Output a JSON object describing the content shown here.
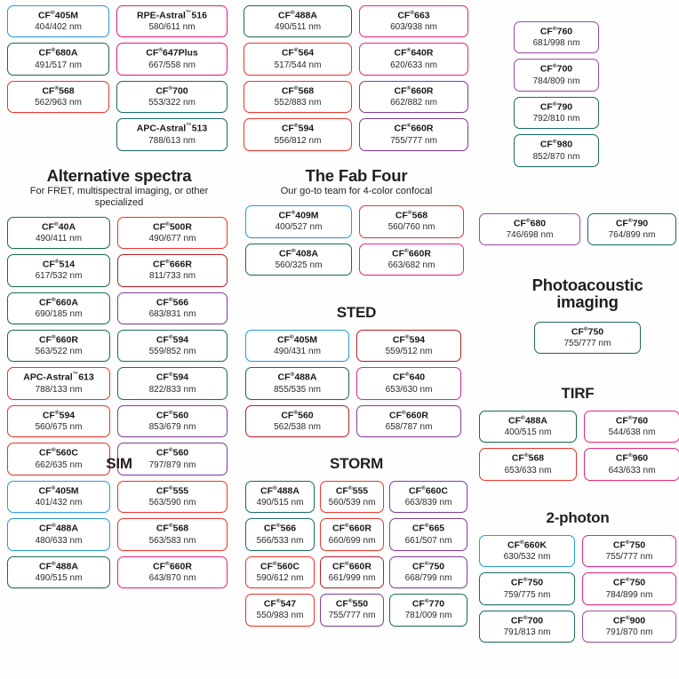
{
  "palette": {
    "blue": "#2b9ad9",
    "green": "#1d6b4a",
    "teal": "#1b6a63",
    "red": "#e8372c",
    "darkred": "#b51f2a",
    "magenta": "#e8197f",
    "pink": "#e5287e",
    "purple": "#7e3f98",
    "violet": "#9c4f9e",
    "text": "#231f20"
  },
  "sections": {
    "top_left": {
      "title": "",
      "subtitle": "",
      "columns": [
        [
          {
            "name": "CF",
            "reg": "®",
            "code": "405M",
            "ex_em": "404/402 nm",
            "color": "blue"
          },
          {
            "name": "CF",
            "reg": "®",
            "code": "680A",
            "ex_em": "491/517 nm",
            "color": "green"
          },
          {
            "name": "CF",
            "reg": "®",
            "code": "568",
            "ex_em": "562/963 nm",
            "color": "red"
          }
        ],
        [
          {
            "name": "RPE-Astral",
            "reg": "™",
            "code": "516",
            "ex_em": "580/611 nm",
            "color": "magenta"
          },
          {
            "name": "CF",
            "reg": "®",
            "code": "647Plus",
            "ex_em": "667/558 nm",
            "color": "magenta"
          },
          {
            "name": "CF",
            "reg": "®",
            "code": "700",
            "ex_em": "553/322 nm",
            "color": "teal"
          },
          {
            "name": "APC-Astral",
            "reg": "™",
            "code": "513",
            "ex_em": "788/613 nm",
            "color": "teal"
          }
        ]
      ]
    },
    "top_mid": {
      "title": "",
      "subtitle": "",
      "columns": [
        [
          {
            "name": "CF",
            "reg": "®",
            "code": "488A",
            "ex_em": "490/511 nm",
            "color": "green"
          },
          {
            "name": "CF",
            "reg": "®",
            "code": "564",
            "ex_em": "517/544 nm",
            "color": "red"
          },
          {
            "name": "CF",
            "reg": "®",
            "code": "568",
            "ex_em": "552/883 nm",
            "color": "red"
          },
          {
            "name": "CF",
            "reg": "®",
            "code": "594",
            "ex_em": "556/812 nm",
            "color": "red"
          }
        ],
        [
          {
            "name": "CF",
            "reg": "®",
            "code": "663",
            "ex_em": "603/938 nm",
            "color": "pink"
          },
          {
            "name": "CF",
            "reg": "®",
            "code": "640R",
            "ex_em": "620/633 nm",
            "color": "pink"
          },
          {
            "name": "CF",
            "reg": "®",
            "code": "660R",
            "ex_em": "662/882 nm",
            "color": "purple"
          },
          {
            "name": "CF",
            "reg": "®",
            "code": "660R",
            "ex_em": "755/777 nm",
            "color": "purple"
          }
        ]
      ]
    },
    "top_right": {
      "title": "",
      "subtitle": "",
      "columns": [
        [
          {
            "name": "CF",
            "reg": "®",
            "code": "760",
            "ex_em": "681/998 nm",
            "color": "violet"
          },
          {
            "name": "CF",
            "reg": "®",
            "code": "700",
            "ex_em": "784/809 nm",
            "color": "violet"
          },
          {
            "name": "CF",
            "reg": "®",
            "code": "790",
            "ex_em": "792/810 nm",
            "color": "teal"
          },
          {
            "name": "CF",
            "reg": "®",
            "code": "980",
            "ex_em": "852/870 nm",
            "color": "teal"
          }
        ]
      ]
    },
    "alternative": {
      "title": "Alternative spectra",
      "subtitle": "For FRET, multispectral imaging, or other specialized",
      "columns": [
        [
          {
            "name": "CF",
            "reg": "®",
            "code": "40A",
            "ex_em": "490/411 nm",
            "color": "green"
          },
          {
            "name": "CF",
            "reg": "®",
            "code": "514",
            "ex_em": "617/532 nm",
            "color": "green"
          },
          {
            "name": "CF",
            "reg": "®",
            "code": "660A",
            "ex_em": "690/185 nm",
            "color": "green"
          },
          {
            "name": "CF",
            "reg": "®",
            "code": "660R",
            "ex_em": "563/522 nm",
            "color": "green"
          },
          {
            "name": "APC-Astral",
            "reg": "™",
            "code": "613",
            "ex_em": "788/133 nm",
            "color": "red"
          },
          {
            "name": "CF",
            "reg": "®",
            "code": "594",
            "ex_em": "560/675 nm",
            "color": "red"
          },
          {
            "name": "CF",
            "reg": "®",
            "code": "560C",
            "ex_em": "662/635 nm",
            "color": "red"
          }
        ],
        [
          {
            "name": "CF",
            "reg": "®",
            "code": "500R",
            "ex_em": "490/677 nm",
            "color": "red"
          },
          {
            "name": "CF",
            "reg": "®",
            "code": "666R",
            "ex_em": "811/733 nm",
            "color": "darkred"
          },
          {
            "name": "CF",
            "reg": "®",
            "code": "566",
            "ex_em": "683/831 nm",
            "color": "purple"
          },
          {
            "name": "CF",
            "reg": "®",
            "code": "594",
            "ex_em": "559/852 nm",
            "color": "teal"
          },
          {
            "name": "CF",
            "reg": "®",
            "code": "594",
            "ex_em": "822/833 nm",
            "color": "teal"
          },
          {
            "name": "CF",
            "reg": "®",
            "code": "560",
            "ex_em": "853/679 nm",
            "color": "purple"
          },
          {
            "name": "CF",
            "reg": "®",
            "code": "560",
            "ex_em": "797/879 nm",
            "color": "purple"
          }
        ]
      ]
    },
    "fab_four": {
      "title": "The Fab Four",
      "subtitle": "Our go-to team for 4-color confocal",
      "columns": [
        [
          {
            "name": "CF",
            "reg": "®",
            "code": "409M",
            "ex_em": "400/527 nm",
            "color": "blue"
          },
          {
            "name": "CF",
            "reg": "®",
            "code": "408A",
            "ex_em": "560/325 nm",
            "color": "green"
          }
        ],
        [
          {
            "name": "CF",
            "reg": "®",
            "code": "568",
            "ex_em": "560/760 nm",
            "color": "red"
          },
          {
            "name": "CF",
            "reg": "®",
            "code": "660R",
            "ex_em": "663/682 nm",
            "color": "pink"
          }
        ]
      ]
    },
    "sted": {
      "title": "STED",
      "subtitle": "",
      "columns": [
        [
          {
            "name": "CF",
            "reg": "®",
            "code": "405M",
            "ex_em": "490/431 nm",
            "color": "blue"
          },
          {
            "name": "CF",
            "reg": "®",
            "code": "488A",
            "ex_em": "855/535 nm",
            "color": "green"
          },
          {
            "name": "CF",
            "reg": "®",
            "code": "560",
            "ex_em": "562/538 nm",
            "color": "darkred"
          }
        ],
        [
          {
            "name": "CF",
            "reg": "®",
            "code": "594",
            "ex_em": "559/512 nm",
            "color": "darkred"
          },
          {
            "name": "CF",
            "reg": "®",
            "code": "640",
            "ex_em": "653/630 nm",
            "color": "pink"
          },
          {
            "name": "CF",
            "reg": "®",
            "code": "660R",
            "ex_em": "658/787 nm",
            "color": "purple"
          }
        ]
      ]
    },
    "sim": {
      "title": "SIM",
      "subtitle": "",
      "columns": [
        [
          {
            "name": "CF",
            "reg": "®",
            "code": "405M",
            "ex_em": "401/432 nm",
            "color": "blue"
          },
          {
            "name": "CF",
            "reg": "®",
            "code": "488A",
            "ex_em": "480/633 nm",
            "color": "blue"
          },
          {
            "name": "CF",
            "reg": "®",
            "code": "488A",
            "ex_em": "490/515 nm",
            "color": "green"
          }
        ],
        [
          {
            "name": "CF",
            "reg": "®",
            "code": "555",
            "ex_em": "563/590 nm",
            "color": "red"
          },
          {
            "name": "CF",
            "reg": "®",
            "code": "568",
            "ex_em": "563/583 nm",
            "color": "red"
          },
          {
            "name": "CF",
            "reg": "®",
            "code": "660R",
            "ex_em": "643/870 nm",
            "color": "pink"
          }
        ]
      ]
    },
    "storm": {
      "title": "STORM",
      "subtitle": "",
      "columns": [
        [
          {
            "name": "CF",
            "reg": "®",
            "code": "488A",
            "ex_em": "490/515 nm",
            "color": "teal"
          },
          {
            "name": "CF",
            "reg": "®",
            "code": "566",
            "ex_em": "566/533 nm",
            "color": "teal"
          },
          {
            "name": "CF",
            "reg": "®",
            "code": "560C",
            "ex_em": "590/612 nm",
            "color": "red"
          },
          {
            "name": "CF",
            "reg": "®",
            "code": "547",
            "ex_em": "550/983 nm",
            "color": "red"
          }
        ],
        [
          {
            "name": "CF",
            "reg": "®",
            "code": "555",
            "ex_em": "560/539 nm",
            "color": "red"
          },
          {
            "name": "CF",
            "reg": "®",
            "code": "660R",
            "ex_em": "660/699 nm",
            "color": "red"
          },
          {
            "name": "CF",
            "reg": "®",
            "code": "660R",
            "ex_em": "661/999 nm",
            "color": "darkred"
          },
          {
            "name": "CF",
            "reg": "®",
            "code": "550",
            "ex_em": "755/777 nm",
            "color": "purple"
          }
        ],
        [
          {
            "name": "CF",
            "reg": "®",
            "code": "660C",
            "ex_em": "663/839 nm",
            "color": "purple"
          },
          {
            "name": "CF",
            "reg": "®",
            "code": "665",
            "ex_em": "661/507 nm",
            "color": "purple"
          },
          {
            "name": "CF",
            "reg": "®",
            "code": "750",
            "ex_em": "668/799 nm",
            "color": "purple"
          },
          {
            "name": "CF",
            "reg": "®",
            "code": "770",
            "ex_em": "781/009 nm",
            "color": "teal"
          }
        ]
      ]
    },
    "right_pair": {
      "title": "",
      "subtitle": "",
      "columns": [
        [
          {
            "name": "CF",
            "reg": "®",
            "code": "680",
            "ex_em": "746/698 nm",
            "color": "violet"
          }
        ],
        [
          {
            "name": "CF",
            "reg": "®",
            "code": "790",
            "ex_em": "764/899 nm",
            "color": "teal"
          }
        ]
      ]
    },
    "photoacoustic": {
      "title": "Photoacoustic imaging",
      "subtitle": "",
      "columns": [
        [
          {
            "name": "CF",
            "reg": "®",
            "code": "750",
            "ex_em": "755/777 nm",
            "color": "teal"
          }
        ]
      ]
    },
    "tirf": {
      "title": "TIRF",
      "subtitle": "",
      "columns": [
        [
          {
            "name": "CF",
            "reg": "®",
            "code": "488A",
            "ex_em": "400/515 nm",
            "color": "green"
          },
          {
            "name": "CF",
            "reg": "®",
            "code": "568",
            "ex_em": "653/633 nm",
            "color": "red"
          }
        ],
        [
          {
            "name": "CF",
            "reg": "®",
            "code": "760",
            "ex_em": "544/638 nm",
            "color": "pink"
          },
          {
            "name": "CF",
            "reg": "®",
            "code": "960",
            "ex_em": "643/633 nm",
            "color": "pink"
          }
        ]
      ]
    },
    "two_photon": {
      "title": "2-photon",
      "subtitle": "",
      "columns": [
        [
          {
            "name": "CF",
            "reg": "®",
            "code": "660K",
            "ex_em": "630/532 nm",
            "color": "blue"
          },
          {
            "name": "CF",
            "reg": "®",
            "code": "750",
            "ex_em": "759/775 nm",
            "color": "teal"
          },
          {
            "name": "CF",
            "reg": "®",
            "code": "700",
            "ex_em": "791/813 nm",
            "color": "teal"
          }
        ],
        [
          {
            "name": "CF",
            "reg": "®",
            "code": "750",
            "ex_em": "755/777 nm",
            "color": "pink"
          },
          {
            "name": "CF",
            "reg": "®",
            "code": "750",
            "ex_em": "784/899 nm",
            "color": "pink"
          },
          {
            "name": "CF",
            "reg": "®",
            "code": "900",
            "ex_em": "791/870 nm",
            "color": "violet"
          }
        ]
      ]
    }
  }
}
